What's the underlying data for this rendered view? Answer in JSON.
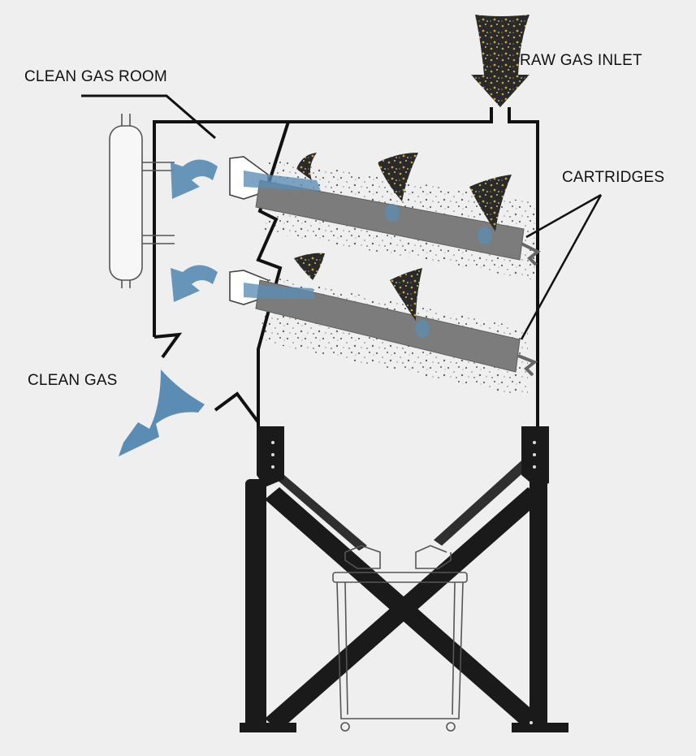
{
  "labels": {
    "clean_gas_room": "CLEAN GAS ROOM",
    "raw_gas_inlet": "RAW GAS INLET",
    "cartridges": "CARTRIDGES",
    "clean_gas": "CLEAN GAS"
  },
  "colors": {
    "background": "#efefef",
    "outline": "#111111",
    "cartridge": "#7c7c7c",
    "clean_flow": "#5b8db4",
    "dust_dark": "#2a2a2a",
    "dust_yellow": "#c9a43a",
    "frame": "#1a1a1a"
  },
  "icons": [
    "raw-gas-inlet-arrow",
    "clean-gas-arrow",
    "clean-flow-arrow",
    "raw-gas-swirl"
  ]
}
